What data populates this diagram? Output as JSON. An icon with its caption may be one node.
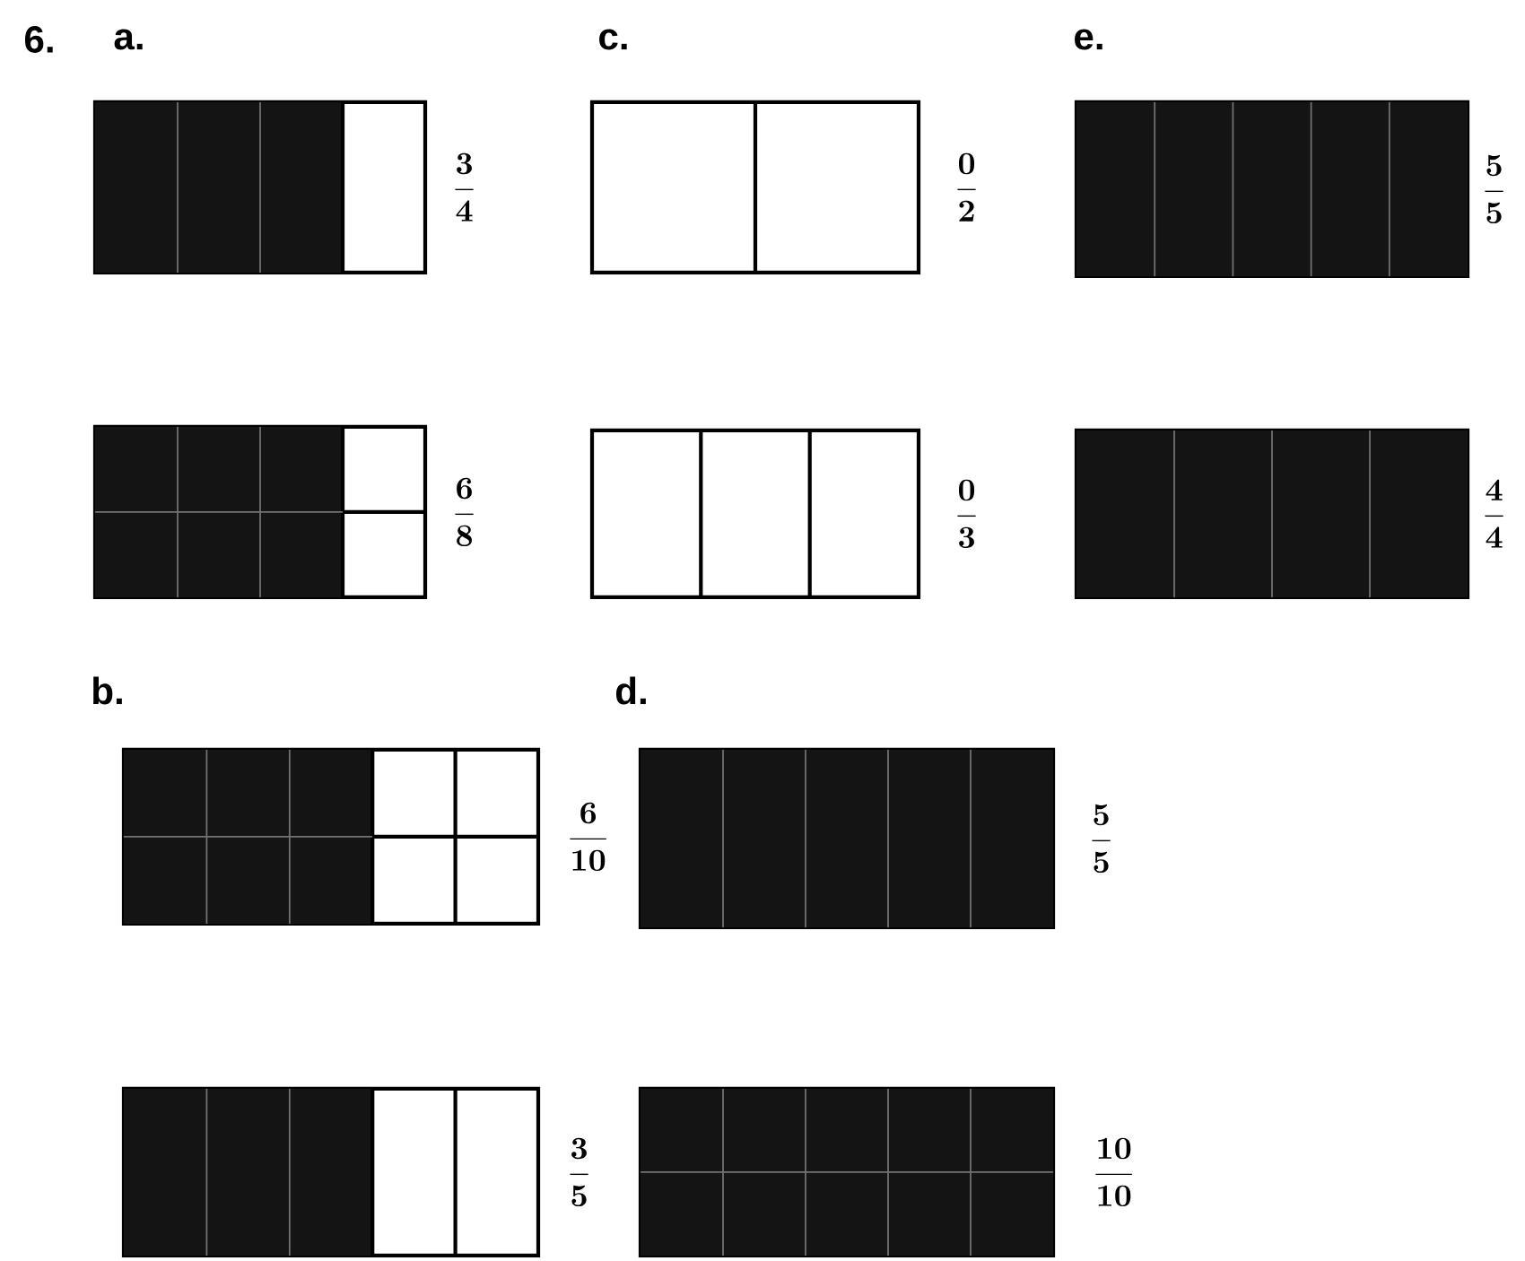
{
  "diagram": {
    "nodes": [
      {
        "text": [],
        "shape": "box",
        "beside": [
          "\\frac{3}{4}"
        ]
      },
      {
        "text": [],
        "shape": "box",
        "beside": [
          "\\frac{0}{2}"
        ]
      },
      {
        "text": [],
        "shape": "box",
        "beside": [
          "\\frac{5}{5}"
        ]
      },
      {
        "text": [],
        "shape": "box",
        "beside": [
          "\\frac{6}{8}"
        ]
      },
      {
        "text": [],
        "shape": "box",
        "beside": [
          "\\frac{0}{3}"
        ]
      },
      {
        "text": [],
        "shape": "box",
        "beside": [
          "\\frac{4}{4}"
        ]
      },
      {
        "text": [],
        "shape": "box",
        "beside": [
          "\\frac{6}{10}"
        ]
      },
      {
        "text": [],
        "shape": "box",
        "beside": [
          "\\frac{5}{5}"
        ]
      },
      {
        "text": [],
        "shape": "box",
        "beside": [
          "\\frac{3}{5}"
        ]
      },
      {
        "text": [],
        "shape": "box",
        "beside": [
          "\\frac{10}{10}"
        ]
      }
    ],
    "labels": [
      "6.",
      "a.",
      "c.",
      "e.",
      "b.",
      "d."
    ]
  }
}
